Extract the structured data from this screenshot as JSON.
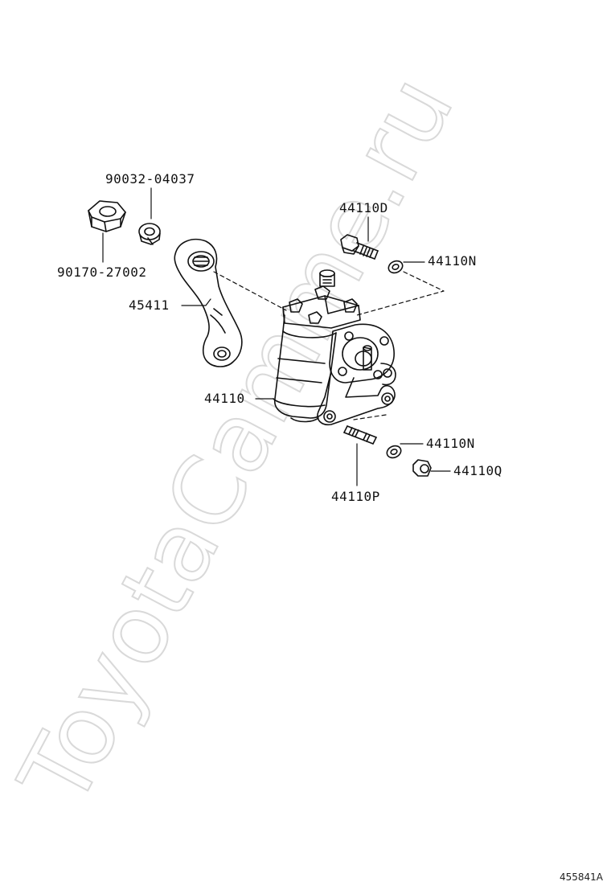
{
  "watermark": "ToyotaCamme.ru",
  "reference_code": "455841A",
  "labels": {
    "washer_top": "90032-04037",
    "nut_left": "90170-27002",
    "pitman_arm": "45411",
    "gear_assembly": "44110",
    "bolt": "44110D",
    "washer_upper": "44110N",
    "washer_lower": "44110N",
    "nut_lower": "44110Q",
    "stud": "44110P"
  },
  "colors": {
    "line": "#111111",
    "watermark": "#d9d9d9"
  }
}
